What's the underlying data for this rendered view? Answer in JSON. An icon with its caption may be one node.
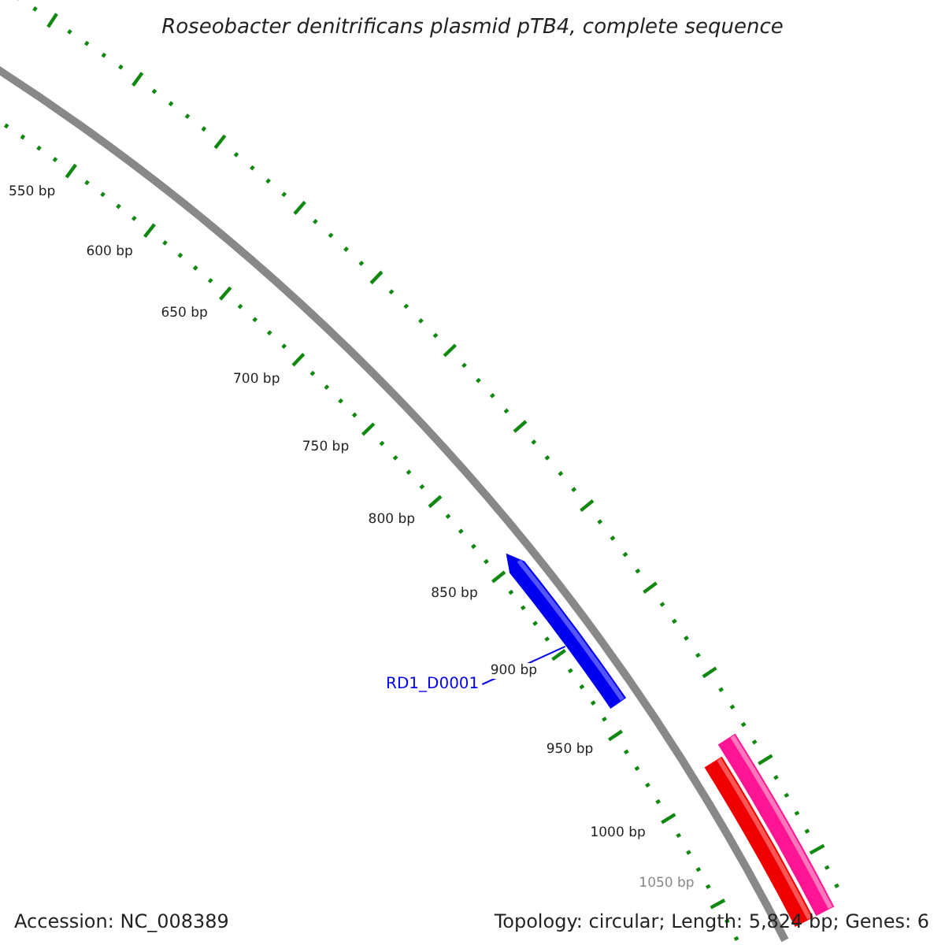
{
  "diagram": {
    "title": "Roseobacter denitrificans plasmid pTB4, complete sequence",
    "nodes": [
      {
        "text": [
          "RD1_D0001"
        ]
      },
      {
        "text": [],
        "shape": "arrow"
      },
      {
        "text": [],
        "shape": "bar"
      },
      {
        "text": [],
        "shape": "bar"
      }
    ],
    "edges": [
      {
        "from": 0,
        "to": 1,
        "arrow": "none"
      }
    ],
    "labels": [
      "550 bp",
      "600 bp",
      "650 bp",
      "700 bp",
      "750 bp",
      "800 bp",
      "850 bp",
      "900 bp",
      "950 bp",
      "1000 bp",
      "1050 bp",
      "Accession: NC_008389",
      "Topology: circular; Length: 5,824 bp; Genes: 6"
    ]
  }
}
